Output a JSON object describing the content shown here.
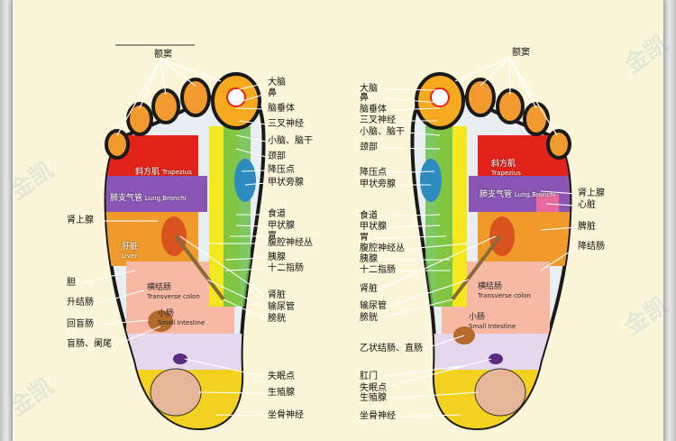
{
  "watermark": [
    "金凯",
    "金凯",
    "金凯",
    "金凯"
  ],
  "left_foot": {
    "top_label": "额窦",
    "labels_right": [
      "大脑",
      "鼻",
      "脑垂体",
      "三叉神经",
      "小脑、脑干",
      "颈部",
      "降压点",
      "甲状旁腺",
      "食道",
      "甲状腺",
      "胃",
      "腹腔神经丛",
      "胰腺",
      "十二指肠",
      "肾脏",
      "输尿管",
      "膀胱",
      "失眠点",
      "生殖腺",
      "坐骨神经"
    ],
    "labels_left": [
      "肾上腺",
      "胆",
      "升结肠",
      "回盲肠",
      "盲肠、阑尾"
    ],
    "organ_labels": {
      "trapezius_cn": "斜方肌",
      "trapezius_en": "Trapezius",
      "lung_cn": "肺支气管",
      "lung_en": "Lung,Bronchi",
      "liver_cn": "肝脏",
      "liver_en": "Liver",
      "transverse_cn": "横结肠",
      "transverse_en": "Transverse colon",
      "small_cn": "小肠",
      "small_en": "Small Intestine"
    }
  },
  "right_foot": {
    "top_label": "额窦",
    "labels_left": [
      "大脑",
      "鼻",
      "脑垂体",
      "三叉神经",
      "小脑、脑干",
      "颈部",
      "降压点",
      "甲状旁腺",
      "食道",
      "甲状腺",
      "胃",
      "腹腔神经丛",
      "胰腺",
      "十二指肠",
      "肾脏",
      "输尿管",
      "膀胱",
      "乙状结肠、直肠",
      "肛门",
      "失眠点",
      "生殖腺",
      "坐骨神经"
    ],
    "labels_right": [
      "肾上腺",
      "心脏",
      "脾脏",
      "降结肠"
    ],
    "organ_labels": {
      "trapezius_cn": "斜方肌",
      "trapezius_en": "Trapezius",
      "lung_cn": "肺支气管",
      "lung_en": "Lung,Bronchi",
      "transverse_cn": "横结肠",
      "transverse_en": "Transverse colon",
      "small_cn": "小肠",
      "small_en": "Small Intestine"
    }
  },
  "colors": {
    "background": "#fbf6d9",
    "outline": "#1a1a1a",
    "toe_orange": "#f29a2e",
    "brain": "#f4a91f",
    "trapezius": "#e2231a",
    "lung": "#8a55b5",
    "liver": "#e9732a",
    "intestine": "#f7b9a3",
    "spine": "#f3e81f",
    "heel": "#f3d21f"
  }
}
